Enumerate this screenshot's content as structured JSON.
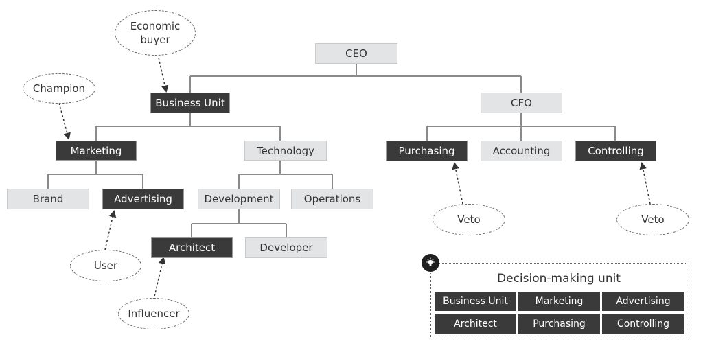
{
  "org": {
    "ceo": "CEO",
    "business_unit": "Business Unit",
    "cfo": "CFO",
    "marketing": "Marketing",
    "technology": "Technology",
    "purchasing": "Purchasing",
    "accounting": "Accounting",
    "controlling": "Controlling",
    "brand": "Brand",
    "advertising": "Advertising",
    "development": "Development",
    "operations": "Operations",
    "architect": "Architect",
    "developer": "Developer"
  },
  "roles": {
    "economic_buyer_line1": "Economic",
    "economic_buyer_line2": "buyer",
    "champion": "Champion",
    "user": "User",
    "influencer": "Influencer",
    "veto_purchasing": "Veto",
    "veto_controlling": "Veto"
  },
  "dmu": {
    "title": "Decision-making unit",
    "cells": [
      "Business Unit",
      "Marketing",
      "Advertising",
      "Architect",
      "Purchasing",
      "Controlling"
    ]
  },
  "icons": {
    "dmu_badge": "lightbulb-icon"
  },
  "colors": {
    "dark_node": "#3a3a3a",
    "light_node": "#e3e4e6",
    "connector": "#8a8a8a"
  }
}
